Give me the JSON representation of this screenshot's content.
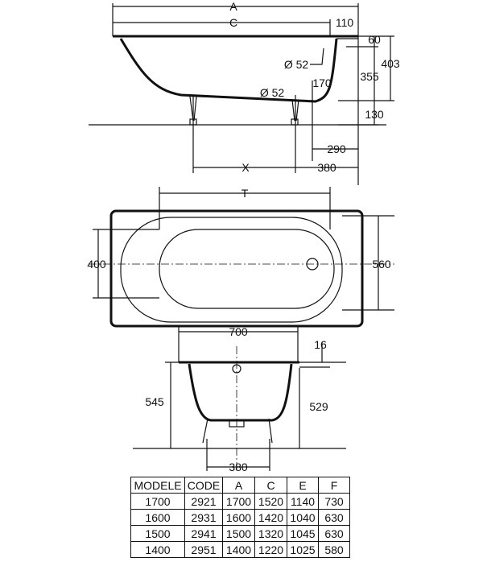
{
  "side_view": {
    "dim_A": "A",
    "dim_C": "C",
    "dim_110": "110",
    "dim_60": "60",
    "dim_403": "403",
    "dim_355": "355",
    "dim_overflow": "Ø 52",
    "dim_drain": "Ø 52",
    "dim_170": "170",
    "dim_130": "130",
    "dim_290": "290",
    "dim_X": "X",
    "dim_380": "380"
  },
  "plan_view": {
    "dim_T": "T",
    "dim_400": "400",
    "dim_560": "560"
  },
  "end_view": {
    "dim_700": "700",
    "dim_16": "16",
    "dim_545": "545",
    "dim_529": "529",
    "dim_380": "380"
  },
  "table": {
    "headers": [
      "MODELE",
      "CODE",
      "A",
      "C",
      "E",
      "F"
    ],
    "rows": [
      [
        "1700",
        "2921",
        "1700",
        "1520",
        "1140",
        "730"
      ],
      [
        "1600",
        "2931",
        "1600",
        "1420",
        "1040",
        "630"
      ],
      [
        "1500",
        "2941",
        "1500",
        "1320",
        "1045",
        "630"
      ],
      [
        "1400",
        "2951",
        "1400",
        "1220",
        "1025",
        "580"
      ]
    ]
  }
}
